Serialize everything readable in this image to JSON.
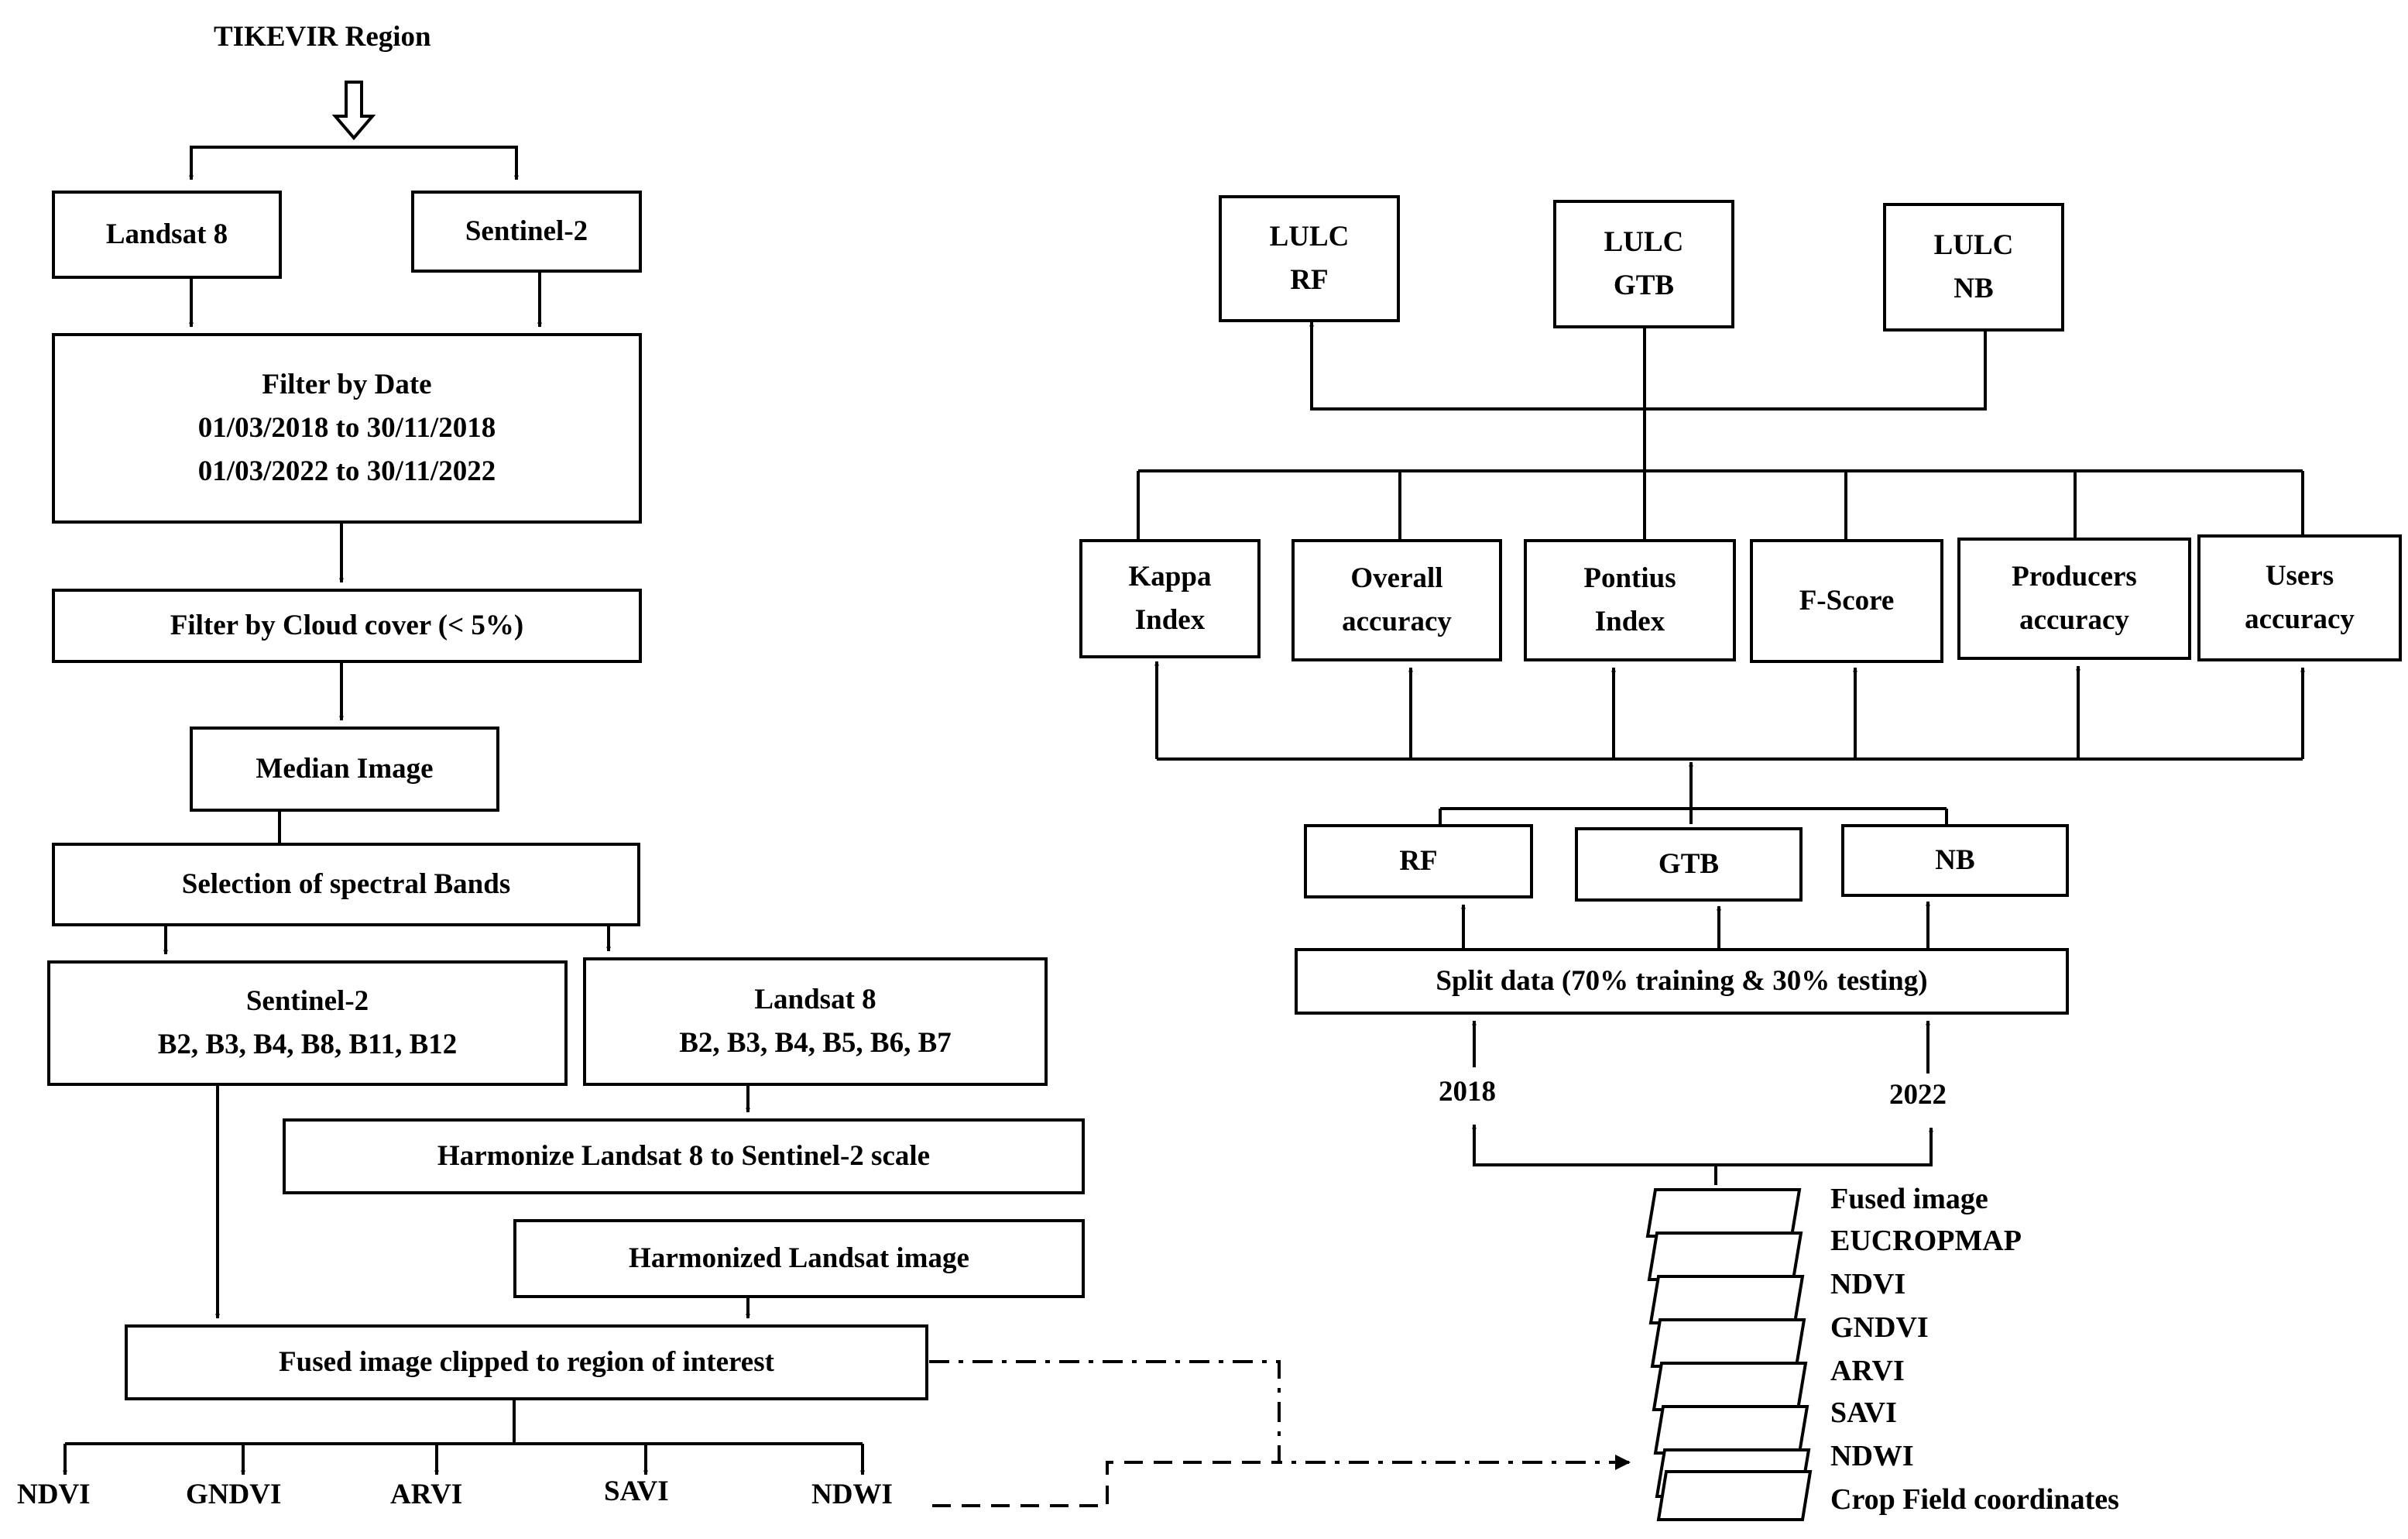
{
  "title": "TIKEVIR Region",
  "left_flow": {
    "landsat_top": "Landsat 8",
    "sentinel_top": "Sentinel-2",
    "filter_date": {
      "heading": "Filter by Date",
      "range_2018": "01/03/2018 to 30/11/2018",
      "range_2022": "01/03/2022 to 30/11/2022"
    },
    "filter_cloud": "Filter by Cloud cover (< 5%)",
    "median_image": "Median Image",
    "selection_bands": "Selection of spectral Bands",
    "sentinel_bands": {
      "name": "Sentinel-2",
      "bands": "B2, B3, B4, B8, B11, B12"
    },
    "landsat_bands": {
      "name": "Landsat 8",
      "bands": "B2, B3, B4, B5, B6, B7"
    },
    "harmonize": "Harmonize Landsat 8 to Sentinel-2 scale",
    "harmonized_image": "Harmonized Landsat image",
    "fused_clipped": "Fused image clipped to region of interest",
    "indices": [
      "NDVI",
      "GNDVI",
      "ARVI",
      "SAVI",
      "NDWI"
    ]
  },
  "right_flow": {
    "lulc": [
      {
        "line1": "LULC",
        "line2": "RF"
      },
      {
        "line1": "LULC",
        "line2": "GTB"
      },
      {
        "line1": "LULC",
        "line2": "NB"
      }
    ],
    "metrics": [
      {
        "line1": "Kappa",
        "line2": "Index"
      },
      {
        "line1": "Overall",
        "line2": "accuracy"
      },
      {
        "line1": "Pontius",
        "line2": "Index"
      },
      {
        "line1": "F-Score",
        "line2": ""
      },
      {
        "line1": "Producers",
        "line2": "accuracy"
      },
      {
        "line1": "Users",
        "line2": "accuracy"
      }
    ],
    "models": [
      "RF",
      "GTB",
      "NB"
    ],
    "split_data": "Split data (70% training & 30% testing)",
    "years": [
      "2018",
      "2022"
    ],
    "layers": [
      "Fused image",
      "EUCROPMAP",
      "NDVI",
      "GNDVI",
      "ARVI",
      "SAVI",
      "NDWI",
      "Crop Field coordinates"
    ]
  }
}
